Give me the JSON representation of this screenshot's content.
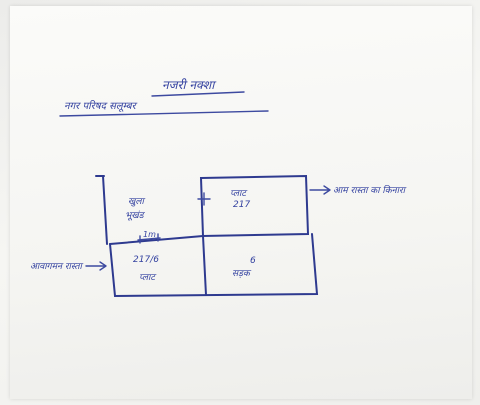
{
  "heading": {
    "title": "नजरी नक्शा",
    "subtitle": "नगर परिषद सलूम्बर"
  },
  "plots": {
    "top_left": {
      "line1": "खुला",
      "line2": "भूखंड"
    },
    "top_right": {
      "line1": "प्लाट",
      "line2": "217"
    },
    "bottom_left": {
      "line1": "217/6",
      "line2": "प्लाट"
    },
    "bottom_right": {
      "line1": "6",
      "line2": "सड़क"
    },
    "gap_mark": "1m"
  },
  "annotations": {
    "right_arrow_label": "आम रास्ता का किनारा",
    "left_arrow_label": "आवागमन रास्ता"
  },
  "colors": {
    "ink": "#3d4aa0",
    "paper": "#f7f7f5"
  }
}
